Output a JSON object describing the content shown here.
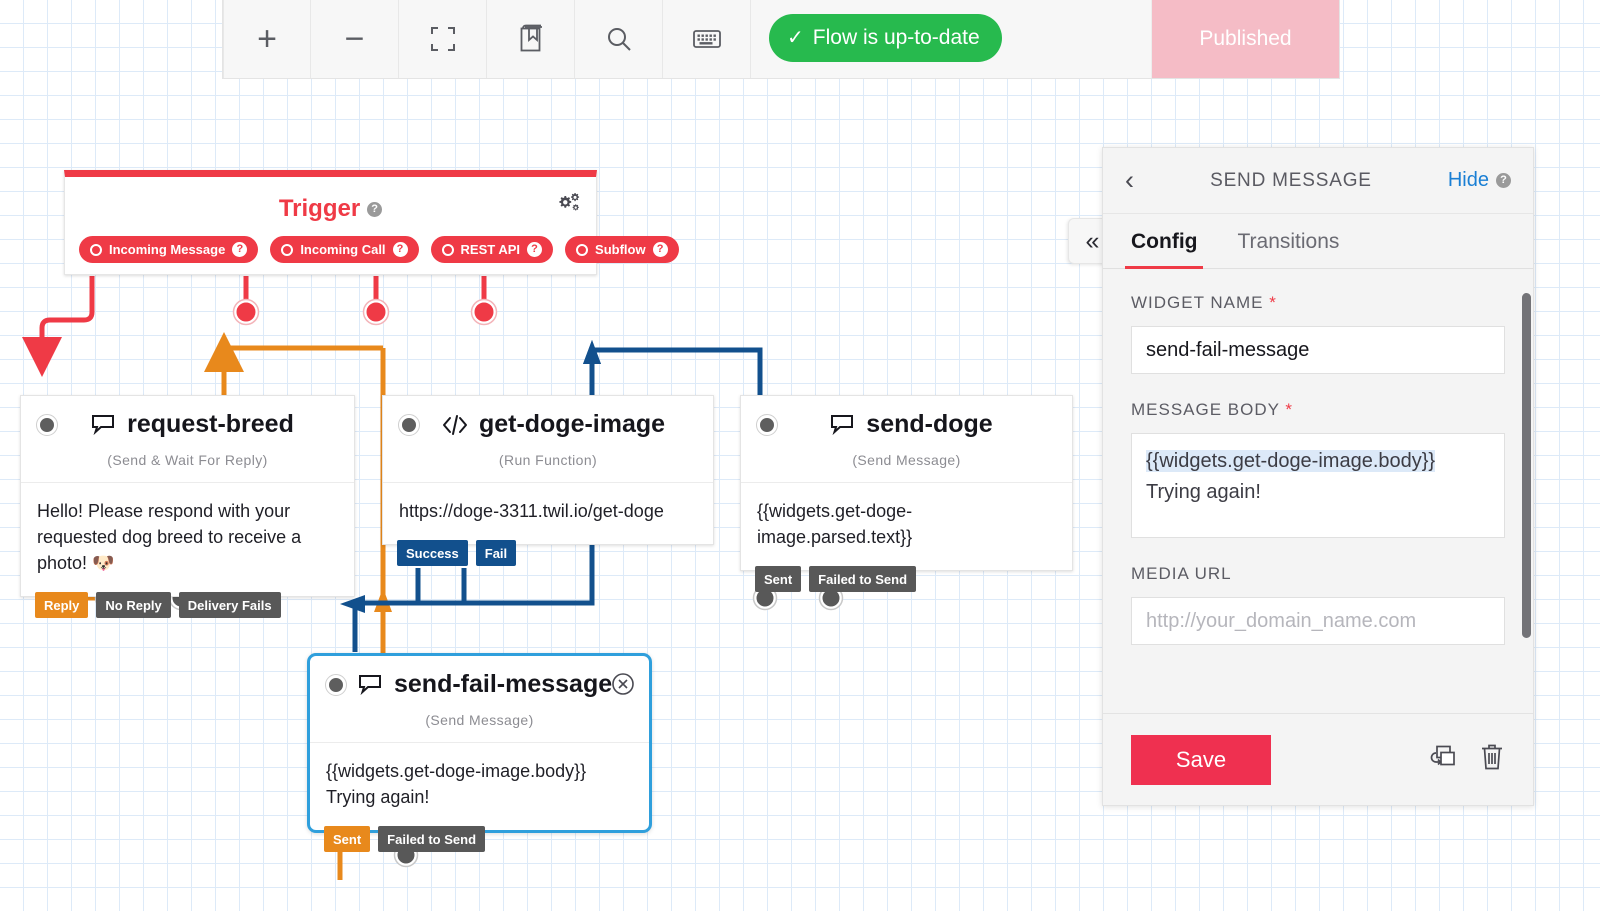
{
  "toolbar": {
    "buttons": [
      {
        "name": "zoom-in-icon",
        "glyph": "+"
      },
      {
        "name": "zoom-out-icon",
        "glyph": "−"
      },
      {
        "name": "fit-screen-icon",
        "glyph": ""
      },
      {
        "name": "library-icon",
        "glyph": ""
      },
      {
        "name": "search-icon",
        "glyph": ""
      },
      {
        "name": "keyboard-icon",
        "glyph": ""
      }
    ],
    "status_label": "Flow is up-to-date",
    "status_check": "✓",
    "status_color": "#27ba4e",
    "publish_label": "Published",
    "publish_color": "#f5bcc6"
  },
  "trigger": {
    "title": "Trigger",
    "help": "?",
    "accent_color": "#ef3a46",
    "ports": [
      {
        "label": "Incoming Message"
      },
      {
        "label": "Incoming Call"
      },
      {
        "label": "REST API"
      },
      {
        "label": "Subflow"
      }
    ]
  },
  "nodes": [
    {
      "id": "request-breed",
      "name": "request-breed",
      "icon": "chat-bubble-icon",
      "type": "(Send & Wait For Reply)",
      "body": "Hello! Please respond with your requested dog breed to receive a photo! 🐶",
      "ports": [
        {
          "label": "Reply",
          "color": "orange"
        },
        {
          "label": "No Reply",
          "color": "gray"
        },
        {
          "label": "Delivery Fails",
          "color": "gray"
        }
      ]
    },
    {
      "id": "get-doge-image",
      "name": "get-doge-image",
      "icon": "code-icon",
      "type": "(Run Function)",
      "body": "https://doge-3311.twil.io/get-doge",
      "ports": [
        {
          "label": "Success",
          "color": "blue"
        },
        {
          "label": "Fail",
          "color": "blue"
        }
      ]
    },
    {
      "id": "send-doge",
      "name": "send-doge",
      "icon": "chat-bubble-icon",
      "type": "(Send Message)",
      "body": "{{widgets.get-doge-image.parsed.text}}",
      "ports": [
        {
          "label": "Sent",
          "color": "gray"
        },
        {
          "label": "Failed to Send",
          "color": "gray"
        }
      ]
    },
    {
      "id": "send-fail-message",
      "name": "send-fail-message",
      "icon": "chat-bubble-icon",
      "type": "(Send Message)",
      "body": "{{widgets.get-doge-image.body}} Trying again!",
      "selected": true,
      "ports": [
        {
          "label": "Sent",
          "color": "orange"
        },
        {
          "label": "Failed to Send",
          "color": "gray"
        }
      ]
    }
  ],
  "panel": {
    "title": "SEND MESSAGE",
    "back_icon": "chevron-left-icon",
    "hide_label": "Hide",
    "help": "?",
    "collapse_glyph": "«",
    "tabs": [
      {
        "label": "Config",
        "active": true
      },
      {
        "label": "Transitions",
        "active": false
      }
    ],
    "fields": {
      "widget_name_label": "WIDGET NAME",
      "widget_name_value": "send-fail-message",
      "message_body_label": "MESSAGE BODY",
      "message_body_highlight": "{{widgets.get-doge-image.body}}",
      "message_body_rest": "Trying again!",
      "media_url_label": "MEDIA URL",
      "media_url_placeholder": "http://your_domain_name.com",
      "required_mark": "*"
    },
    "footer": {
      "save_label": "Save",
      "copy_icon": "duplicate-icon",
      "delete_icon": "trash-icon"
    },
    "save_color": "#ef3050"
  },
  "wire_colors": {
    "trigger": "#ef3a46",
    "reply": "#e8891c",
    "function": "#12508d",
    "accent_selected": "#2f9fdc"
  }
}
